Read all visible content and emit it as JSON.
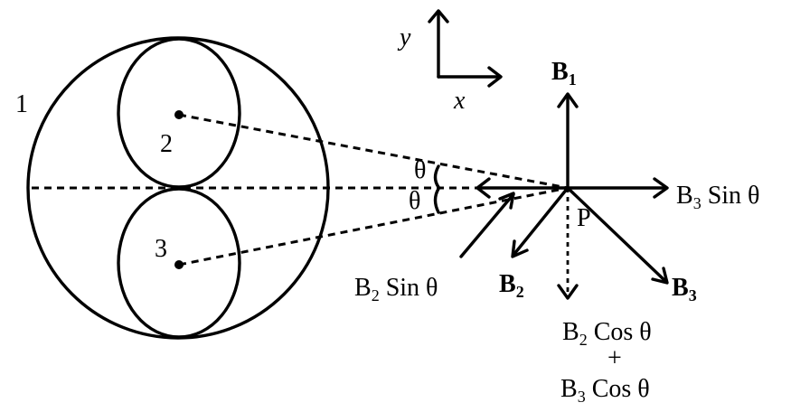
{
  "axes": {
    "y_label": "y",
    "x_label": "x"
  },
  "labels": {
    "big_circle": "1",
    "circle_top": "2",
    "circle_bottom": "3",
    "theta_top": "θ",
    "theta_bottom": "θ",
    "point": "P"
  },
  "vectors": {
    "b1_main": "B",
    "b1_sub": "1",
    "b2_main": "B",
    "b2_sub": "2",
    "b3_main": "B",
    "b3_sub": "3",
    "b3_sin_main": "B",
    "b3_sin_sub": "3",
    "b3_sin_rest": " Sin θ",
    "b2_sin_main": "B",
    "b2_sin_sub": "2",
    "b2_sin_rest": " Sin θ",
    "b2_cos_main": "B",
    "b2_cos_sub": "2",
    "b2_cos_rest": " Cos θ",
    "plus": "+",
    "b3_cos_main": "B",
    "b3_cos_sub": "3",
    "b3_cos_rest": " Cos θ"
  }
}
